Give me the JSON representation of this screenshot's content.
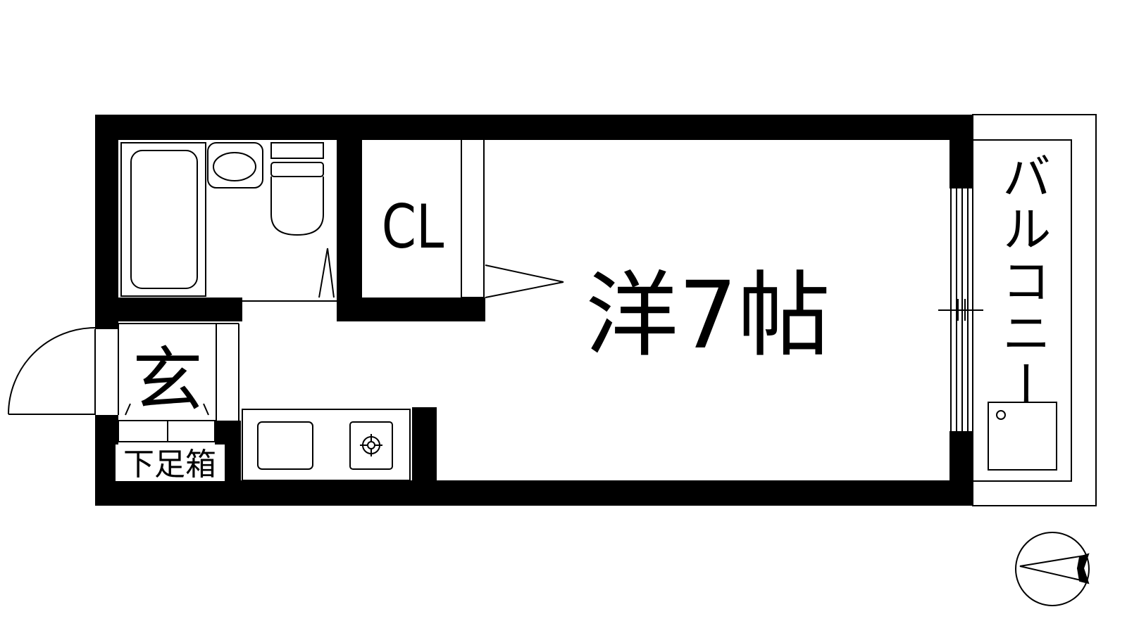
{
  "floor_plan": {
    "room_western": "洋7帖",
    "closet": "CL",
    "entrance": "玄",
    "shoe_box": "下足箱",
    "balcony": "バルコニー"
  },
  "colors": {
    "wall": "#000000",
    "background": "#ffffff",
    "line": "#000000"
  },
  "icons": [
    "bathtub-icon",
    "washbasin-icon",
    "toilet-icon",
    "sink-icon",
    "stove-icon",
    "washing-machine-icon",
    "compass-icon"
  ]
}
